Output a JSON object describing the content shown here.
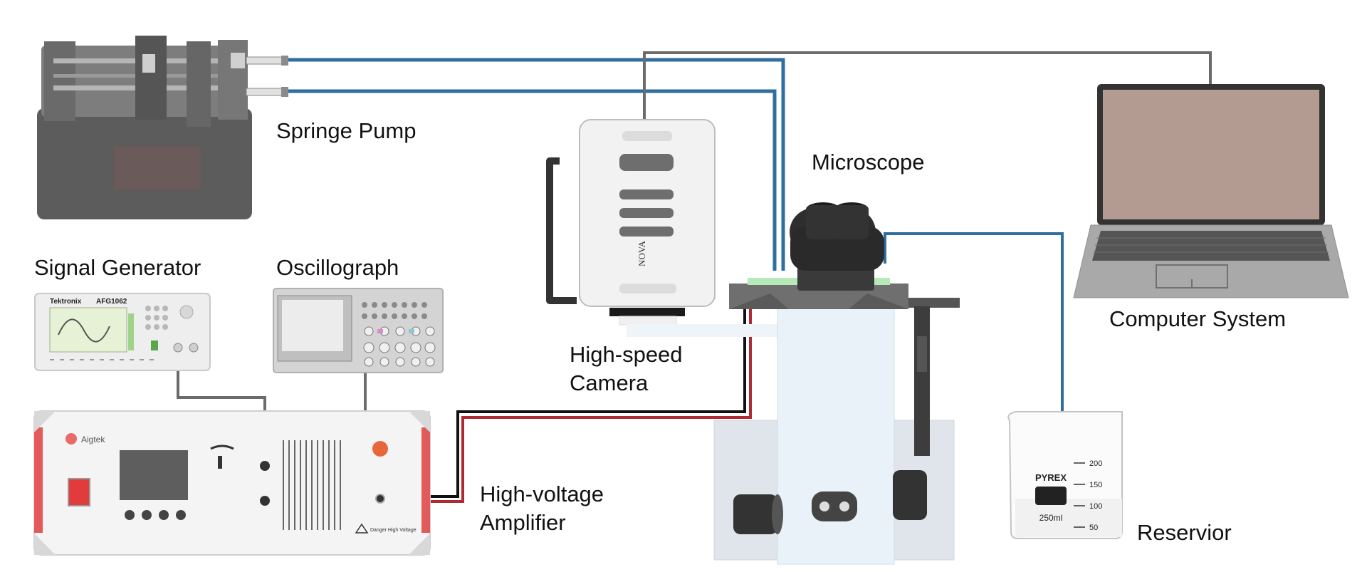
{
  "labels": {
    "syringe_pump": "Springe Pump",
    "signal_generator": "Signal Generator",
    "oscillograph": "Oscillograph",
    "high_speed_camera": [
      "High-speed",
      "Camera"
    ],
    "microscope": "Microscope",
    "computer_system": "Computer System",
    "amplifier": [
      "High-voltage",
      "Amplifier"
    ],
    "reservoir": "Reservior"
  },
  "device_text": {
    "signal_generator_brand": "Tektronix",
    "signal_generator_model": "AFG1062",
    "amplifier_brand": "Aigtek",
    "amplifier_warning": "Danger High Voltage",
    "camera_brand": "NOVA",
    "beaker_brand": "PYREX",
    "beaker_volume": "250ml",
    "beaker_scale": [
      "200",
      "150",
      "100",
      "50"
    ]
  },
  "colors": {
    "fluid_line": "#2f6f9f",
    "signal_line": "#6b6b6b",
    "hv_positive": "#b02a33",
    "hv_negative": "#111111"
  }
}
